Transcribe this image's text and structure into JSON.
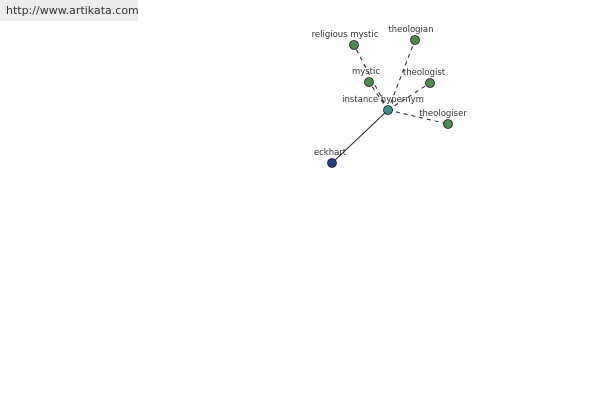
{
  "site": {
    "url": "http://www.artikata.com"
  },
  "colors": {
    "background": "#ffffff",
    "url_bar_bg": "#ededed",
    "edge": "#222222",
    "node_green": "#4e8a4e",
    "node_center": "#3d8f8f",
    "node_blue": "#2c3d90",
    "node_stroke": "#1a1a1a"
  },
  "graph": {
    "center": {
      "id": "center",
      "label": "instance hypernym",
      "color": "node_center"
    },
    "nodes": [
      {
        "id": "religious-mystic",
        "label": "religious mystic",
        "color": "node_green"
      },
      {
        "id": "theologian",
        "label": "theologian",
        "color": "node_green"
      },
      {
        "id": "mystic",
        "label": "mystic",
        "color": "node_green"
      },
      {
        "id": "theologist",
        "label": "theologist",
        "color": "node_green"
      },
      {
        "id": "theologiser",
        "label": "theologiser",
        "color": "node_green"
      },
      {
        "id": "eckhart",
        "label": "eckhart",
        "color": "node_blue"
      }
    ],
    "edges": [
      {
        "from": "center",
        "to": "religious-mystic",
        "style": "dashed"
      },
      {
        "from": "center",
        "to": "mystic",
        "style": "dashed"
      },
      {
        "from": "center",
        "to": "theologian",
        "style": "dashed"
      },
      {
        "from": "center",
        "to": "theologist",
        "style": "dashed"
      },
      {
        "from": "center",
        "to": "theologiser",
        "style": "dashed"
      },
      {
        "from": "center",
        "to": "eckhart",
        "style": "solid"
      }
    ]
  }
}
